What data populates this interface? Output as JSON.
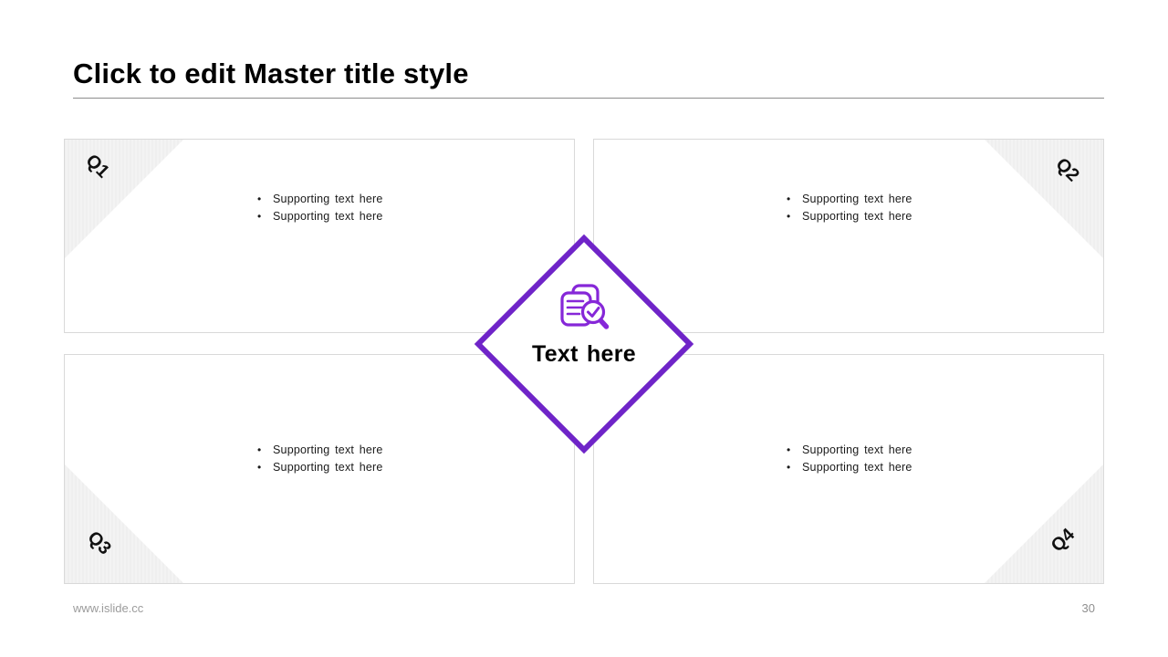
{
  "title": "Click to edit Master title style",
  "quadrants": [
    {
      "label": "Q1",
      "corner": "top-left",
      "bullets": [
        "Supporting text here",
        "Supporting text here"
      ]
    },
    {
      "label": "Q2",
      "corner": "top-right",
      "bullets": [
        "Supporting text here",
        "Supporting text here"
      ]
    },
    {
      "label": "Q3",
      "corner": "bottom-left",
      "bullets": [
        "Supporting text here",
        "Supporting text here"
      ]
    },
    {
      "label": "Q4",
      "corner": "bottom-right",
      "bullets": [
        "Supporting text here",
        "Supporting text here"
      ]
    }
  ],
  "center": {
    "label": "Text here",
    "icon": "document-search-check-icon"
  },
  "bullet_glyph": "•",
  "footer": {
    "website": "www.islide.cc",
    "page_number": "30"
  },
  "colors": {
    "accent_purple": "#6F24C8",
    "icon_purple": "#8627D8",
    "triangle_gray": "#F0F0F0",
    "box_border_gray": "#D9D9D9",
    "title_rule_gray": "#8C8C8C",
    "footer_text_gray": "#9B9B9B"
  }
}
